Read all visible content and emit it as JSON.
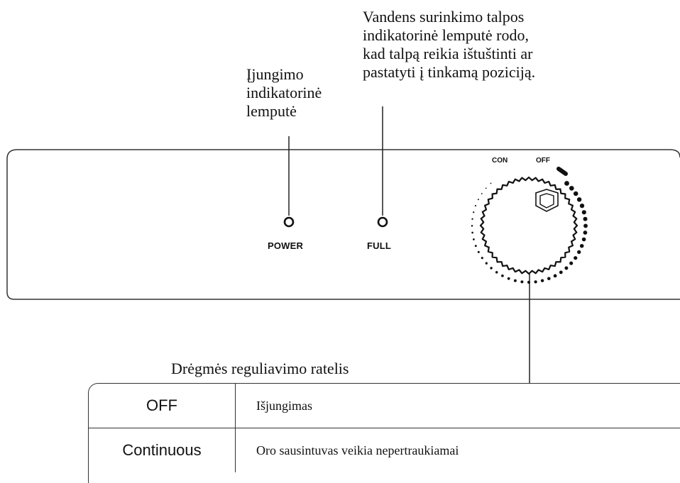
{
  "callouts": {
    "full_indicator": "Vandens surinkimo talpos\nindikatorinė lemputė rodo,\nkad talpą reikia ištuštinti ar\npastatyti į tinkamą poziciją.",
    "power_indicator": "Įjungimo\nindikatorinė\nlemputė"
  },
  "panel": {
    "power_label": "POWER",
    "full_label": "FULL",
    "dial_con": "CON",
    "dial_off": "OFF"
  },
  "table": {
    "title": "Drėgmės reguliavimo ratelis",
    "rows": [
      {
        "mode": "OFF",
        "description": "Išjungimas"
      },
      {
        "mode": "Continuous",
        "description": "Oro sausintuvas veikia nepertraukiamai"
      }
    ]
  }
}
